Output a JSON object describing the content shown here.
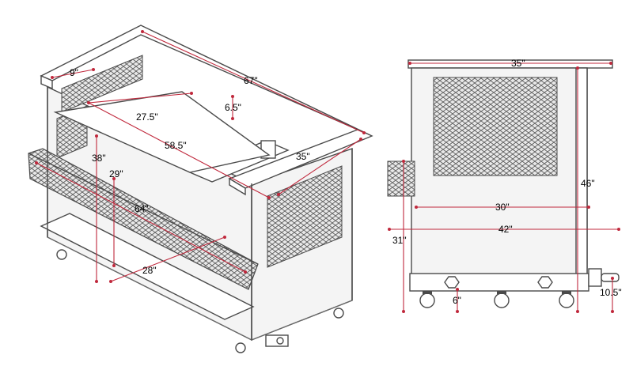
{
  "left_view": {
    "dims": {
      "top_depth": "9\"",
      "top_length": "67\"",
      "insert_depth": "6.5\"",
      "tray_width": "27.5\"",
      "tray_length": "58.5\"",
      "side_width": "35\"",
      "height_total": "38\"",
      "height_rail": "29\"",
      "rail_length": "64\"",
      "shelf_length": "28\""
    }
  },
  "right_view": {
    "dims": {
      "top_width": "35\"",
      "total_height": "46\"",
      "inner_width": "30\"",
      "outer_width": "42\"",
      "rail_height": "31\"",
      "caster_height": "6\"",
      "drain_height": "10.5\""
    }
  },
  "colors": {
    "dimension": "#c0283c",
    "outline": "#4a4a4a",
    "panel": "#f4f4f4"
  }
}
